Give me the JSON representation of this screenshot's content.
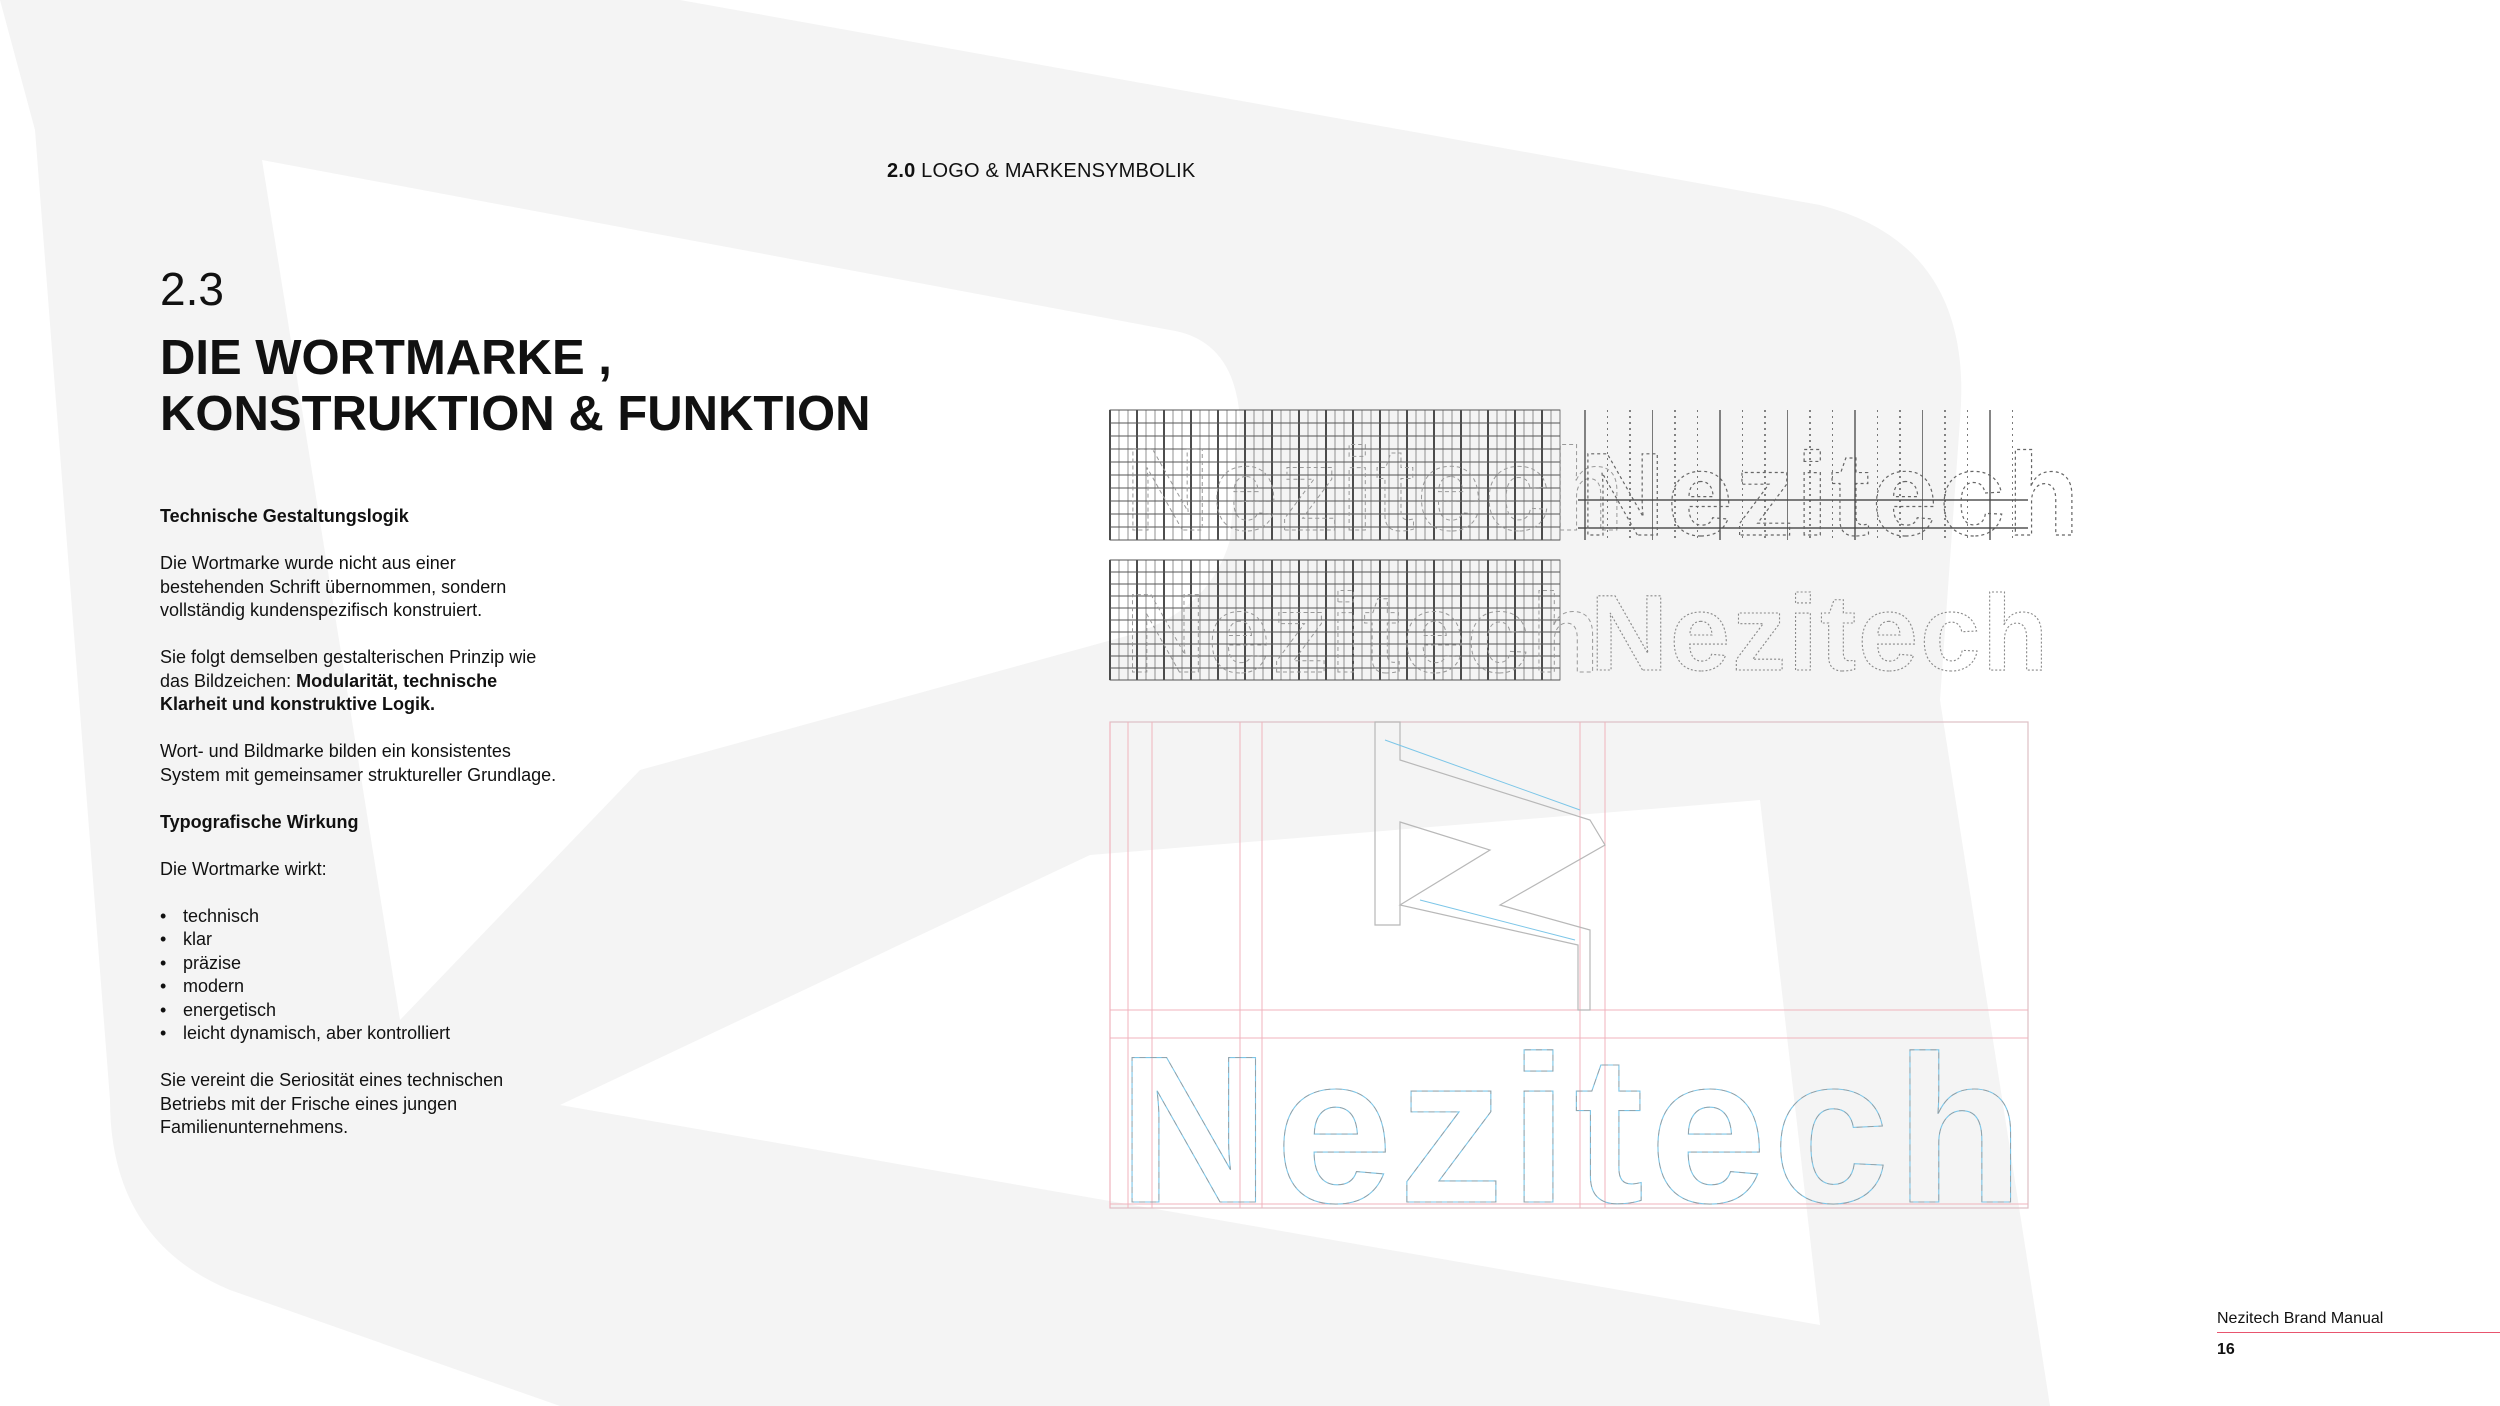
{
  "header": {
    "section_num": "2.0",
    "section_title": "LOGO & MARKENSYMBOLIK"
  },
  "section_number": "2.3",
  "title_lines": [
    "DIE WORTMARKE ,",
    "KONSTRUKTION & FUNKTION"
  ],
  "body": {
    "heading1": "Technische Gestaltungslogik",
    "para1": "Die Wortmarke wurde nicht aus einer bestehenden Schrift übernommen, sondern vollständig kundenspezifisch konstruiert.",
    "para2_lead": "Sie folgt demselben gestalterischen Prinzip wie das Bildzeichen: ",
    "para2_bold": "Modularität, technische Klarheit und konstruktive Logik.",
    "para3": "Wort- und Bildmarke bilden ein konsistentes System mit gemeinsamer struktureller Grundlage.",
    "heading2": "Typografische Wirkung",
    "para4": "Die Wortmarke wirkt:",
    "bullets": [
      "technisch",
      "klar",
      "präzise",
      "modern",
      "energetisch",
      "leicht dynamisch, aber kontrolliert"
    ],
    "para5": "Sie vereint die Seriosität eines technischen Betriebs mit der Frische eines jungen Familienunternehmens."
  },
  "wordmark": "Nezitech",
  "footer": {
    "title": "Nezitech Brand Manual",
    "page": "16"
  },
  "colors": {
    "background_shape": "#f4f4f4",
    "accent_red": "#e8556f",
    "accent_blue": "#7cc6e8",
    "grid_dark": "#333333"
  }
}
